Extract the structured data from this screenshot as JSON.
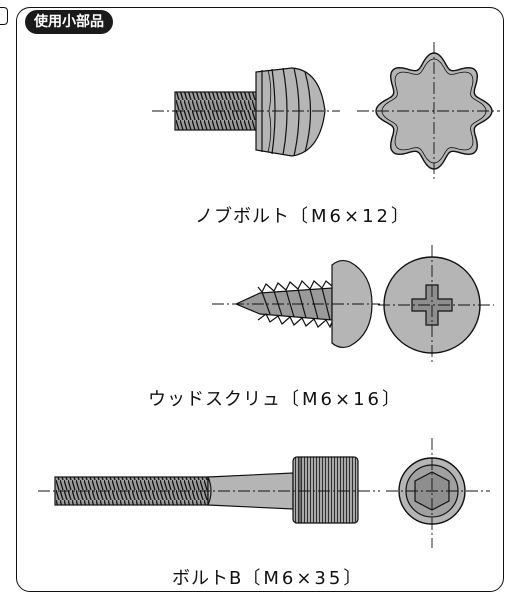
{
  "section_label": "使用小部品",
  "parts": [
    {
      "name": "ノブボルト",
      "spec": "〔M6×12〕"
    },
    {
      "name": "ウッドスクリュ",
      "spec": "〔M6×16〕"
    },
    {
      "name": "ボルトB",
      "spec": "〔M6×35〕"
    }
  ]
}
